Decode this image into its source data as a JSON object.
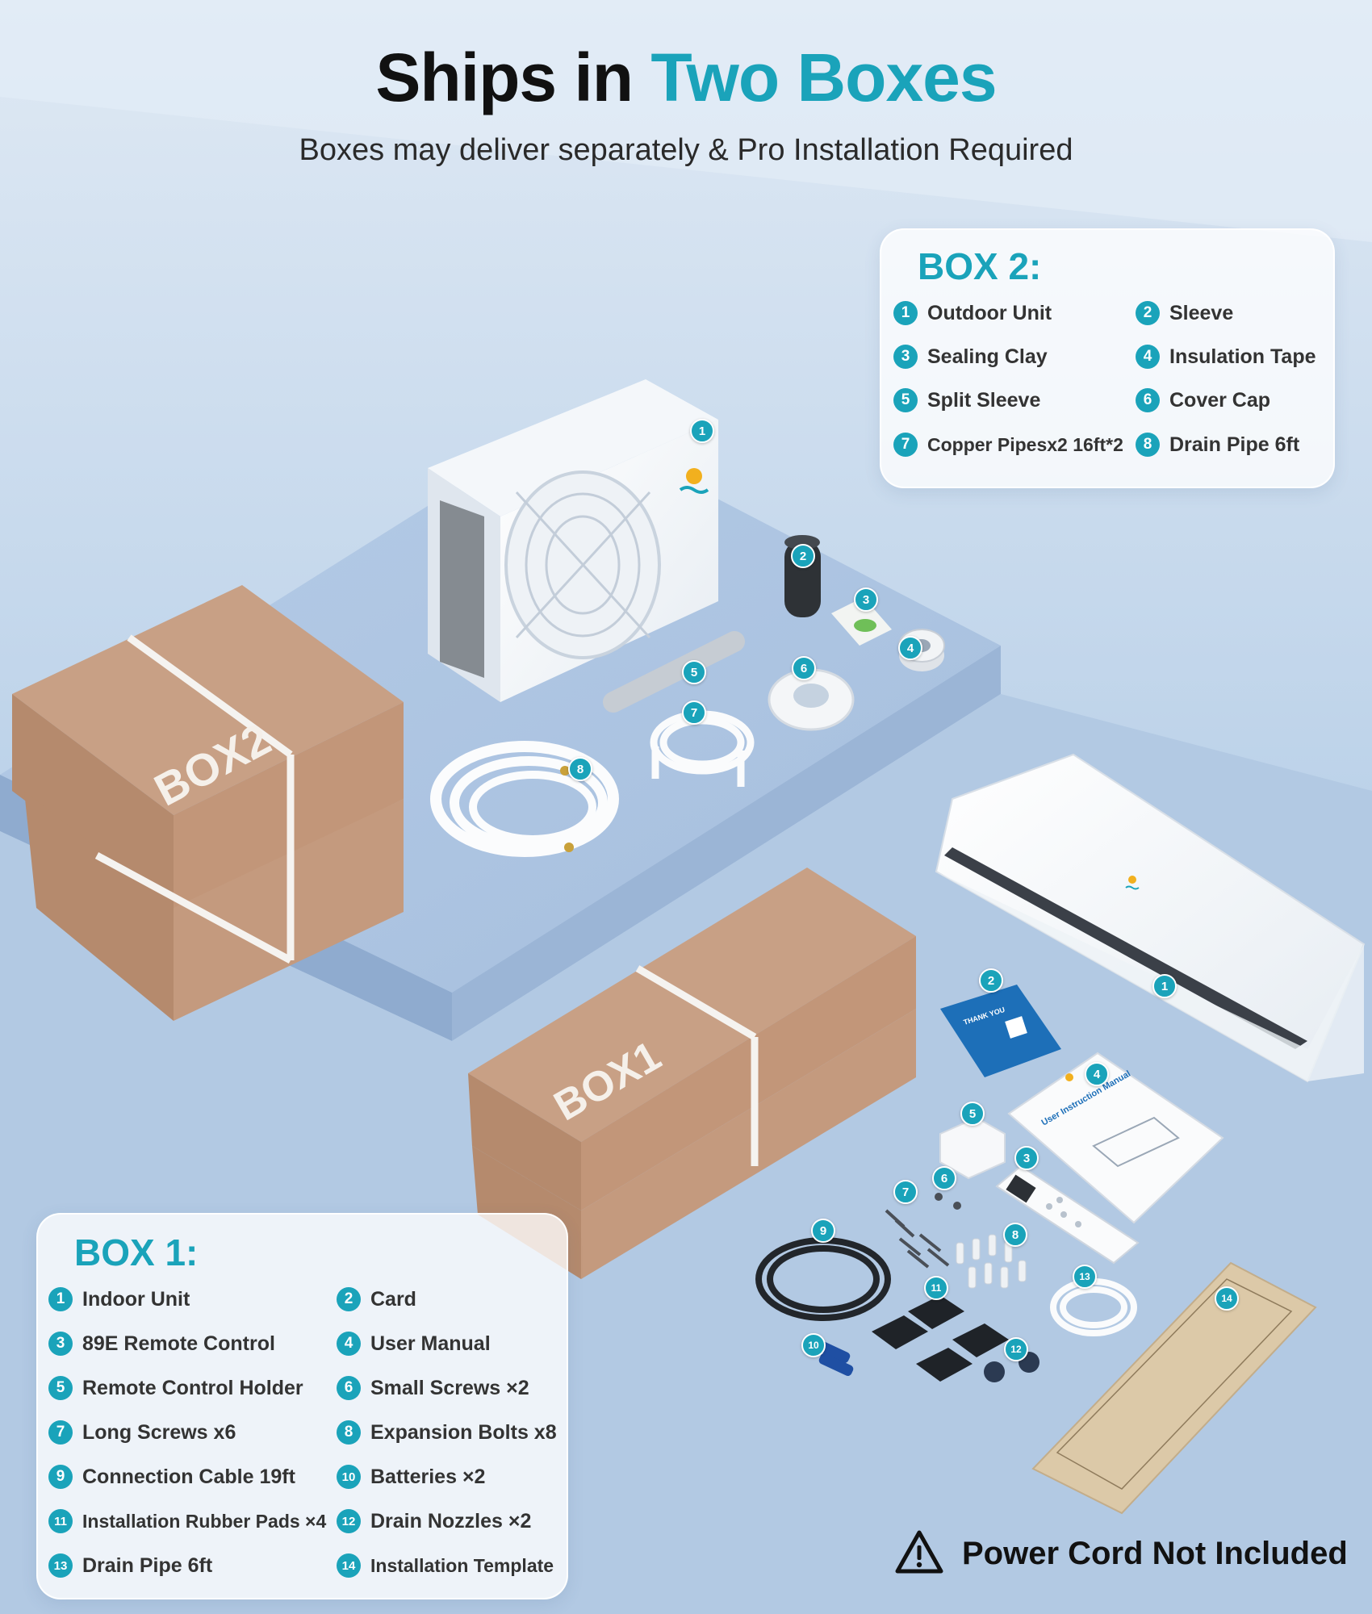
{
  "header": {
    "title_part1": "Ships in ",
    "title_part2": "Two Boxes",
    "subtitle": "Boxes may deliver separately & Pro Installation Required"
  },
  "colors": {
    "accent": "#1aa3ba",
    "box": "#c49a7e",
    "background": "#b9cfe6"
  },
  "scene_labels": {
    "box1": "BOX1",
    "box2": "BOX2"
  },
  "box2": {
    "title": "BOX 2:",
    "items": [
      {
        "num": "1",
        "label": "Outdoor Unit"
      },
      {
        "num": "2",
        "label": "Sleeve"
      },
      {
        "num": "3",
        "label": "Sealing Clay"
      },
      {
        "num": "4",
        "label": "Insulation Tape"
      },
      {
        "num": "5",
        "label": "Split Sleeve"
      },
      {
        "num": "6",
        "label": "Cover Cap"
      },
      {
        "num": "7",
        "label": "Copper Pipesx2  16ft*2"
      },
      {
        "num": "8",
        "label": "Drain Pipe 6ft"
      }
    ]
  },
  "box1": {
    "title": "BOX 1:",
    "items": [
      {
        "num": "1",
        "label": "Indoor Unit"
      },
      {
        "num": "2",
        "label": "Card"
      },
      {
        "num": "3",
        "label": "89E Remote Control"
      },
      {
        "num": "4",
        "label": "User Manual"
      },
      {
        "num": "5",
        "label": "Remote Control Holder"
      },
      {
        "num": "6",
        "label": "Small Screws ×2"
      },
      {
        "num": "7",
        "label": "Long Screws x6"
      },
      {
        "num": "8",
        "label": "Expansion Bolts x8"
      },
      {
        "num": "9",
        "label": "Connection Cable 19ft"
      },
      {
        "num": "10",
        "label": "Batteries ×2"
      },
      {
        "num": "11",
        "label": "Installation Rubber Pads ×4"
      },
      {
        "num": "12",
        "label": "Drain Nozzles ×2"
      },
      {
        "num": "13",
        "label": "Drain Pipe 6ft"
      },
      {
        "num": "14",
        "label": "Installation Template"
      }
    ]
  },
  "markers": {
    "box2": [
      "1",
      "2",
      "3",
      "4",
      "5",
      "6",
      "7",
      "8"
    ],
    "box1": [
      "1",
      "2",
      "3",
      "4",
      "5",
      "6",
      "7",
      "8",
      "9",
      "10",
      "11",
      "12",
      "13",
      "14"
    ]
  },
  "printed": {
    "card_text": "THANK YOU",
    "manual_title": "User Instruction Manual"
  },
  "icons": {
    "warning": "warning-triangle-icon",
    "brand": "sun-wave-logo-icon"
  },
  "warning": {
    "text": "Power Cord Not Included"
  }
}
